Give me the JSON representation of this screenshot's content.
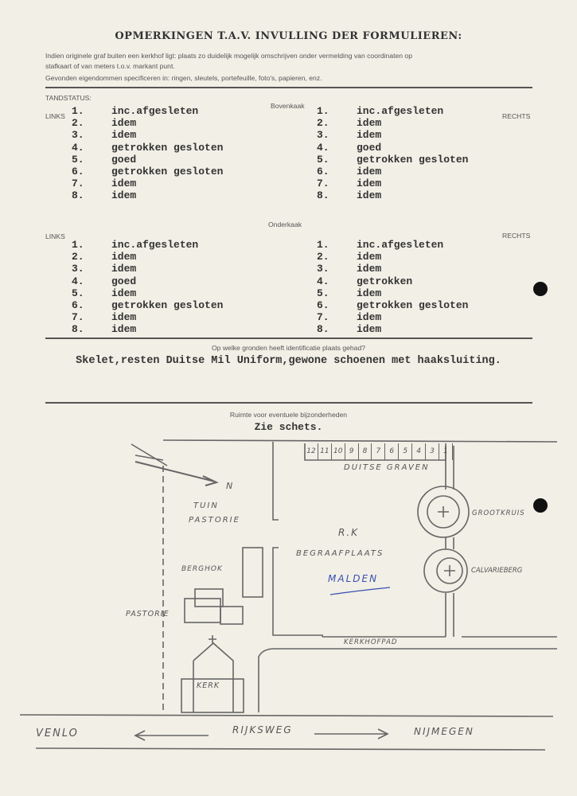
{
  "header": {
    "title": "OPMERKINGEN T.A.V. INVULLING DER FORMULIEREN:",
    "instruction_1": "Indien originele graf buiten een kerkhof ligt: plaats zo duidelijk mogelijk omschrijven onder vermelding van coordinaten op",
    "instruction_1b": "stafkaart of van meters t.o.v. markant punt.",
    "instruction_2": "Gevonden eigendommen specificeren in: ringen, sleutels, portefeuille, foto's, papieren, enz."
  },
  "teeth": {
    "status_label": "TANDSTATUS:",
    "left_label": "LINKS",
    "right_label": "RECHTS",
    "upper": {
      "label": "Bovenkaak",
      "left": [
        [
          "1.",
          "inc.afgesleten"
        ],
        [
          "2.",
          "idem"
        ],
        [
          "3.",
          "idem"
        ],
        [
          "4.",
          "getrokken gesloten"
        ],
        [
          "5.",
          "goed"
        ],
        [
          "6.",
          "getrokken gesloten"
        ],
        [
          "7.",
          "idem"
        ],
        [
          "8.",
          "idem"
        ]
      ],
      "right": [
        [
          "1.",
          "inc.afgesleten"
        ],
        [
          "2.",
          "idem"
        ],
        [
          "3.",
          "idem"
        ],
        [
          "4.",
          "goed"
        ],
        [
          "5.",
          "getrokken gesloten"
        ],
        [
          "6.",
          "idem"
        ],
        [
          "7.",
          "idem"
        ],
        [
          "8.",
          "idem"
        ]
      ]
    },
    "lower": {
      "label": "Onderkaak",
      "left": [
        [
          "1.",
          "inc.afgesleten"
        ],
        [
          "2.",
          "idem"
        ],
        [
          "3.",
          "idem"
        ],
        [
          "4.",
          "goed"
        ],
        [
          "5.",
          "idem"
        ],
        [
          "6.",
          "getrokken gesloten"
        ],
        [
          "7.",
          "idem"
        ],
        [
          "8.",
          "idem"
        ]
      ],
      "right": [
        [
          "1.",
          "inc.afgesleten"
        ],
        [
          "2.",
          "idem"
        ],
        [
          "3.",
          "idem"
        ],
        [
          "4.",
          "getrokken"
        ],
        [
          "5.",
          "idem"
        ],
        [
          "6.",
          "getrokken gesloten"
        ],
        [
          "7.",
          "idem"
        ],
        [
          "8.",
          "idem"
        ]
      ]
    }
  },
  "identification": {
    "question": "Op welke gronden heeft identificatie plaats gehad?",
    "answer": "Skelet,resten Duitse Mil Uniform,gewone schoenen met haaksluiting."
  },
  "details": {
    "label": "Ruimte voor eventuele bijzonderheden",
    "answer": "Zie schets."
  },
  "sketch": {
    "graves": [
      "12",
      "11",
      "10",
      "9",
      "8",
      "7",
      "6",
      "5",
      "4",
      "3",
      "1"
    ],
    "duitse_graven": "DUITSE GRAVEN",
    "north": "N",
    "tuin": "TUIN",
    "pastorie_garden": "PASTORIE",
    "rk": "R.K",
    "begraafplaats": "BEGRAAFPLAATS",
    "malden": "MALDEN",
    "grootkruis": "GROOTKRUIS",
    "calvarieberg": "CALVARIEBERG",
    "berghok": "BERGHOK",
    "pastorie": "PASTORIE",
    "kerk": "KERK",
    "kerkhofpad": "KERKHOFPAD",
    "venlo": "VENLO",
    "rijksweg": "RIJKSWEG",
    "nijmegen": "NIJMEGEN",
    "malden_color": "#3a4fb0"
  }
}
